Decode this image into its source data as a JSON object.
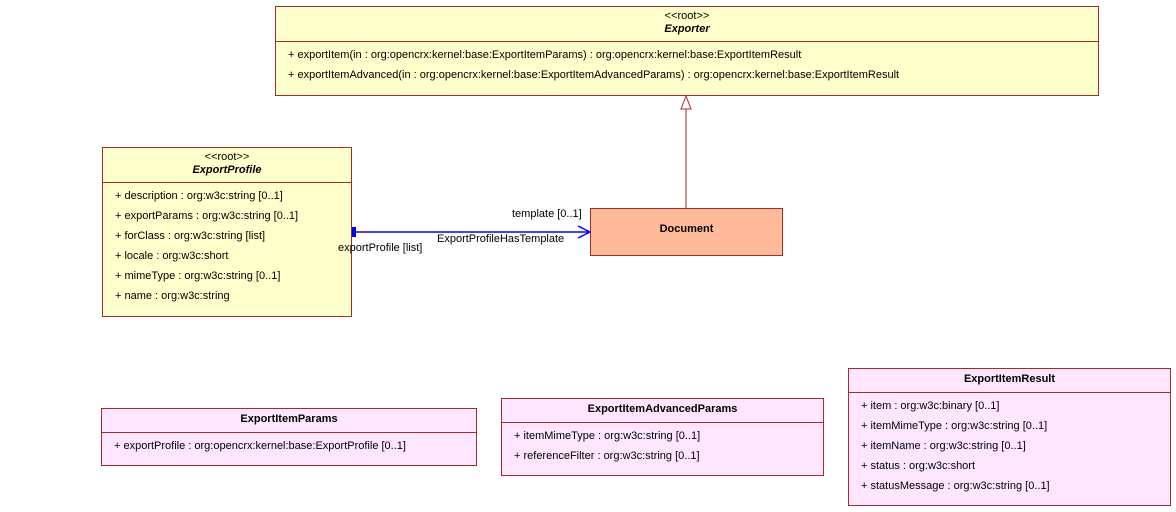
{
  "exporter": {
    "stereotype": "<<root>>",
    "name": "Exporter",
    "operations": [
      "+ exportItem(in : org:opencrx:kernel:base:ExportItemParams) : org:opencrx:kernel:base:ExportItemResult",
      "+ exportItemAdvanced(in : org:opencrx:kernel:base:ExportItemAdvancedParams) : org:opencrx:kernel:base:ExportItemResult"
    ]
  },
  "export_profile": {
    "stereotype": "<<root>>",
    "name": "ExportProfile",
    "attributes": [
      "+ description : org:w3c:string [0..1]",
      "+ exportParams : org:w3c:string [0..1]",
      "+ forClass : org:w3c:string [list]",
      "+ locale : org:w3c:short",
      "+ mimeType : org:w3c:string [0..1]",
      "+ name : org:w3c:string"
    ]
  },
  "document": {
    "name": "Document"
  },
  "association": {
    "name": "ExportProfileHasTemplate",
    "target_role": "template [0..1]",
    "source_role": "exportProfile [list]"
  },
  "export_item_params": {
    "name": "ExportItemParams",
    "attributes": [
      "+ exportProfile : org:opencrx:kernel:base:ExportProfile [0..1]"
    ]
  },
  "export_item_advanced_params": {
    "name": "ExportItemAdvancedParams",
    "attributes": [
      "+ itemMimeType : org:w3c:string [0..1]",
      "+ referenceFilter : org:w3c:string [0..1]"
    ]
  },
  "export_item_result": {
    "name": "ExportItemResult",
    "attributes": [
      "+ item : org:w3c:binary [0..1]",
      "+ itemMimeType : org:w3c:string [0..1]",
      "+ itemName : org:w3c:string [0..1]",
      "+ status : org:w3c:short",
      "+ statusMessage : org:w3c:string [0..1]"
    ]
  },
  "colors": {
    "border": "#a52a2a",
    "root_fill": "#ffffcc",
    "struct_fill": "#ffe6ff",
    "document_fill": "#ffbb99",
    "association": "#0000ff"
  }
}
